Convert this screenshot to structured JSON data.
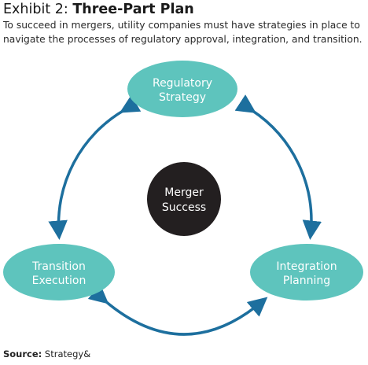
{
  "header": {
    "title_prefix": "Exhibit 2: ",
    "title_main": "Three-Part Plan",
    "subtitle": "To succeed in mergers, utility companies must have strategies in place to navigate the processes of regulatory approval, integration, and transition."
  },
  "diagram": {
    "center": {
      "line1": "Merger",
      "line2": "Success"
    },
    "nodes": {
      "regulatory": {
        "line1": "Regulatory",
        "line2": "Strategy"
      },
      "integration": {
        "line1": "Integration",
        "line2": "Planning"
      },
      "transition": {
        "line1": "Transition",
        "line2": "Execution"
      }
    },
    "colors": {
      "node_fill": "#5ec4bd",
      "center_fill": "#231f20",
      "arrow": "#1d6f9e",
      "node_text": "#ffffff"
    }
  },
  "footer": {
    "source_label": "Source:",
    "source_text": " Strategy&"
  }
}
